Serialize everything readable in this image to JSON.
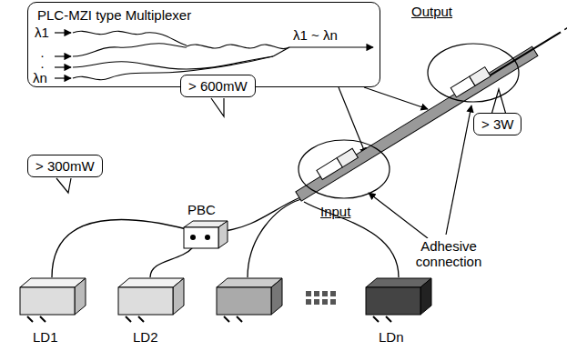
{
  "diagram": {
    "nodes": [
      {
        "text": [
          "PLC-MZI type Multiplexer"
        ]
      },
      {
        "text": [
          "> 600mW"
        ]
      },
      {
        "text": [
          "> 3W"
        ]
      },
      {
        "text": [
          "> 300mW"
        ]
      }
    ],
    "labels": [
      "λ1",
      "·",
      "·",
      "λn",
      "λ1 ~ λn",
      "Output",
      "Input",
      "Adhesive connection",
      "PBC",
      "LD1",
      "LD2",
      "LDn"
    ]
  }
}
